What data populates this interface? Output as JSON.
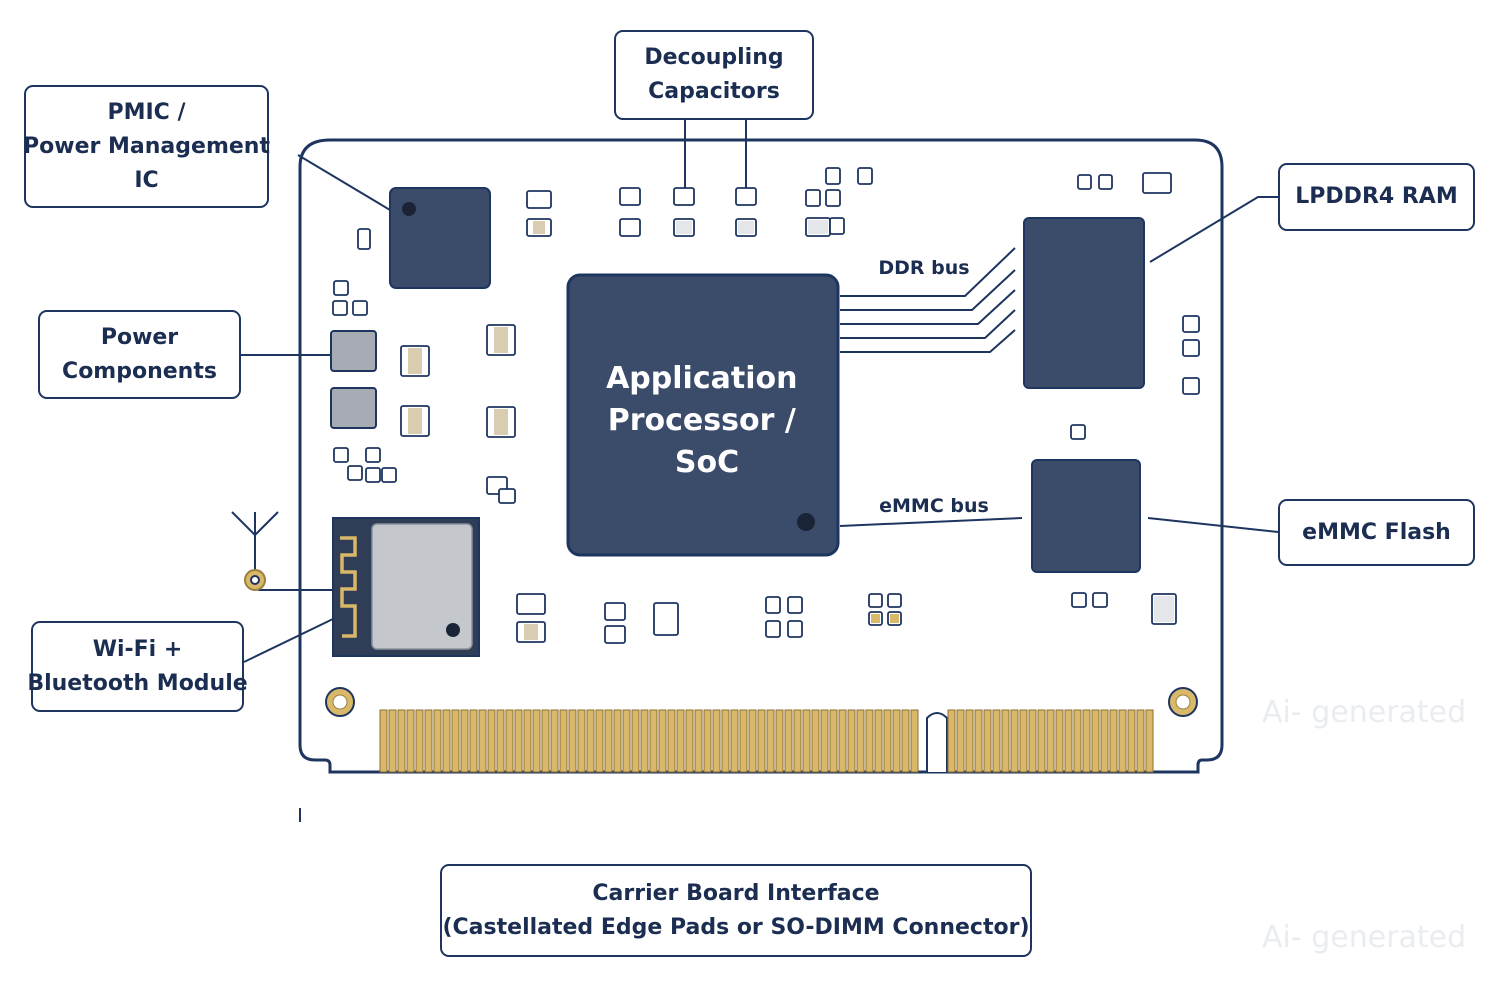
{
  "labels": {
    "pmic": [
      "PMIC /",
      "Power Management",
      "IC"
    ],
    "decoupling": [
      "Decoupling",
      "Capacitors"
    ],
    "lpddr4": [
      "LPDDR4 RAM"
    ],
    "power": [
      "Power",
      "Components"
    ],
    "soc": [
      "Application",
      "Processor /",
      "SoC"
    ],
    "ddr_bus": "DDR bus",
    "emmc_bus": "eMMC bus",
    "emmc_flash": [
      "eMMC Flash"
    ],
    "wifi": [
      "Wi-Fi +",
      "Bluetooth Module"
    ],
    "carrier": [
      "Carrier Board Interface",
      "(Castellated Edge Pads or SO-DIMM Connector)"
    ]
  },
  "watermark": [
    "Ai- generated",
    "Ai- generated"
  ],
  "colors": {
    "outline": "#1e3560",
    "chip": "#3b4c6b",
    "gold": "#d9b86a",
    "shield": "#c4c7cc",
    "text": "#1b2e52"
  }
}
